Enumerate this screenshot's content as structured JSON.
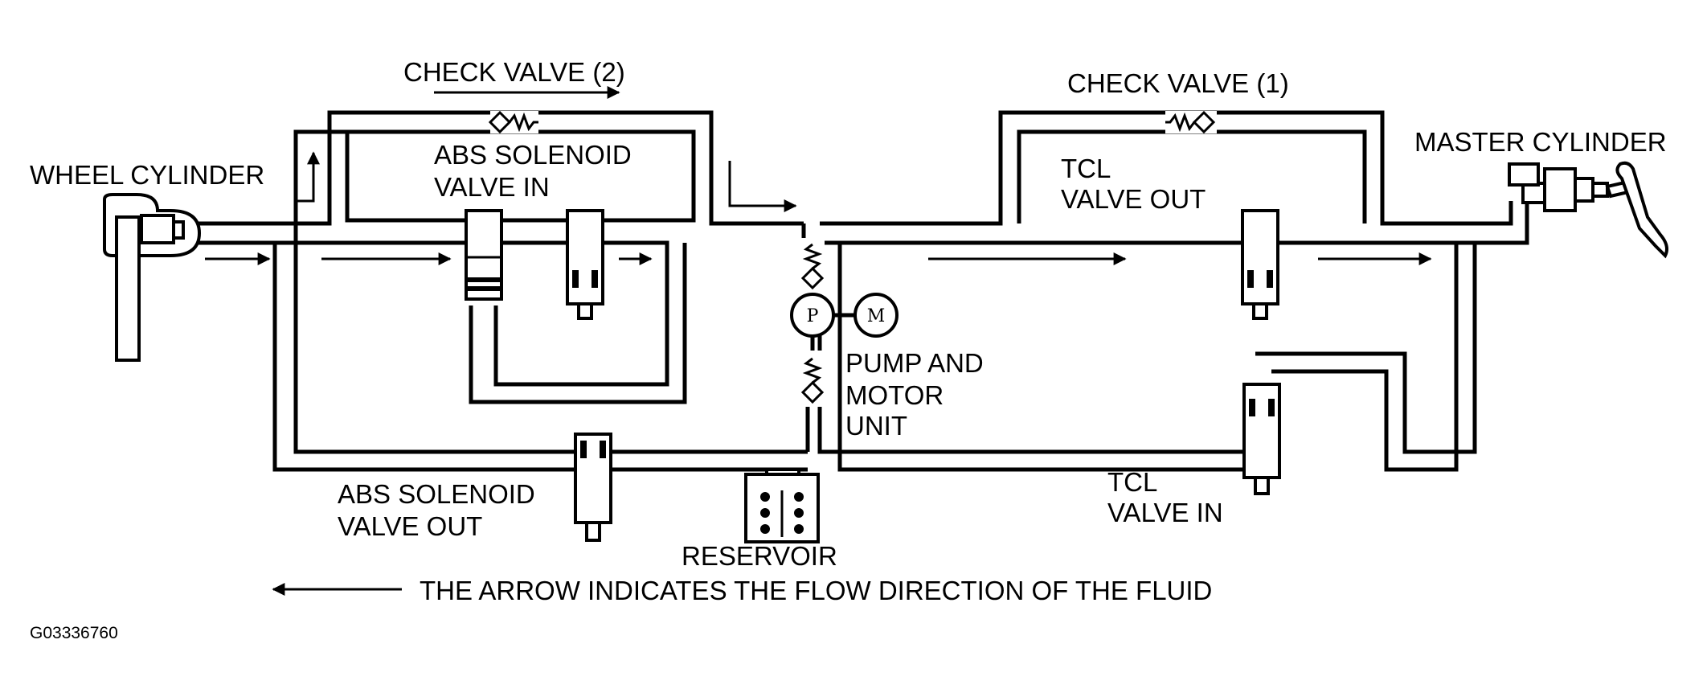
{
  "labels": {
    "check_valve_2": "CHECK VALVE (2)",
    "check_valve_1": "CHECK VALVE (1)",
    "wheel_cylinder": "WHEEL CYLINDER",
    "master_cylinder": "MASTER CYLINDER",
    "abs_valve_in_1": "ABS SOLENOID",
    "abs_valve_in_2": "VALVE IN",
    "tcl_valve_out_1": "TCL",
    "tcl_valve_out_2": "VALVE OUT",
    "pump_motor_1": "PUMP AND",
    "pump_motor_2": "MOTOR",
    "pump_motor_3": "UNIT",
    "abs_valve_out_1": "ABS SOLENOID",
    "abs_valve_out_2": "VALVE OUT",
    "tcl_valve_in_1": "TCL",
    "tcl_valve_in_2": "VALVE IN",
    "reservoir": "RESERVOIR",
    "pump_letter": "P",
    "motor_letter": "M"
  },
  "legend": {
    "text": "THE ARROW INDICATES THE FLOW DIRECTION OF THE FLUID"
  },
  "figure_code": "G03336760",
  "icons": [
    "flow-arrow",
    "check-valve",
    "solenoid-valve",
    "pump",
    "motor",
    "reservoir",
    "wheel-cylinder",
    "master-cylinder"
  ],
  "colors": {
    "ink": "#000000",
    "background": "#ffffff"
  }
}
